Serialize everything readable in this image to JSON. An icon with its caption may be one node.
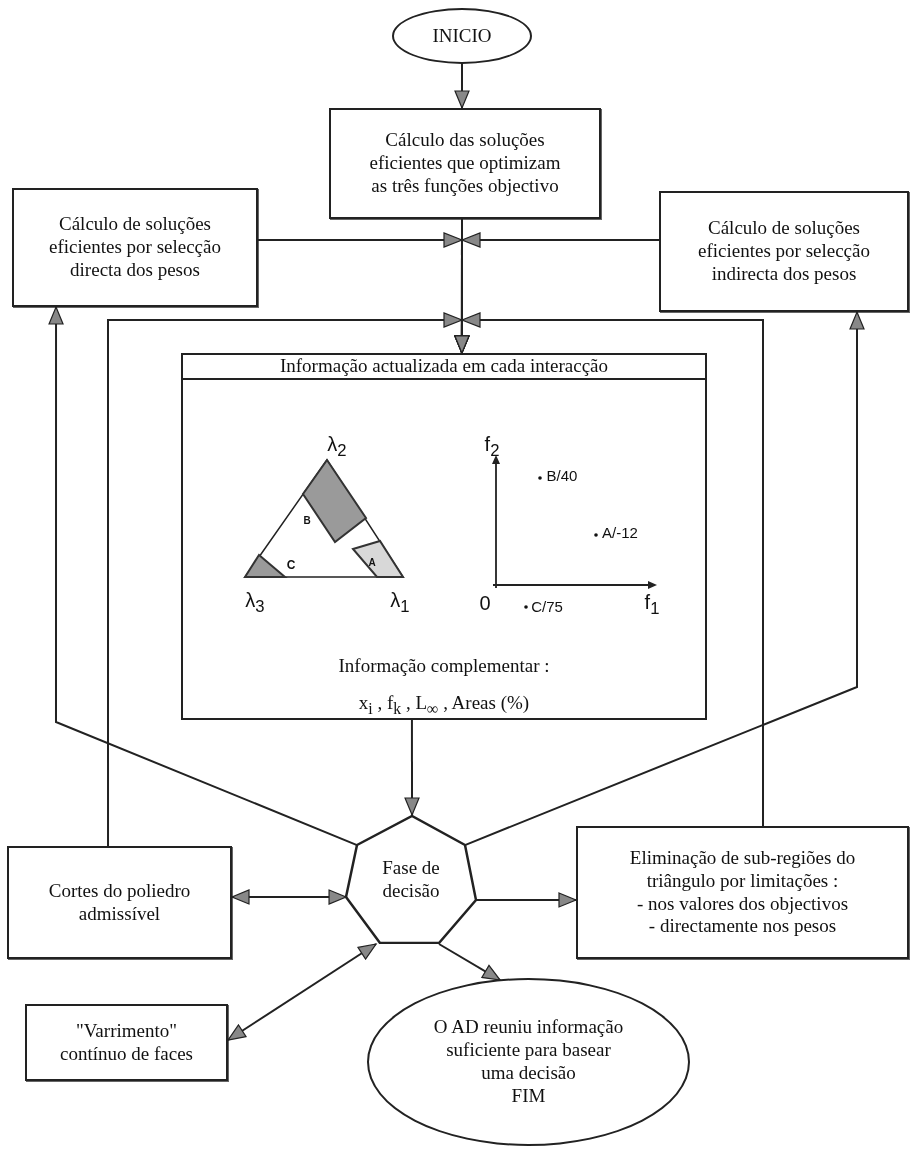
{
  "diagram": {
    "nodes": [
      {
        "text": [
          "INICIO"
        ]
      },
      {
        "text": [
          "Cálculo das soluções eficientes que optimizam as três funções objectivo"
        ]
      },
      {
        "text": [
          "Cálculo de soluções eficientes por selecção directa dos pesos"
        ]
      },
      {
        "text": [
          "Cálculo de soluções eficientes por selecção indirecta dos pesos"
        ]
      },
      {
        "text": [
          "Informação actualizada em cada interacção",
          "Informação complementar :",
          "x$_{i}$ , f$_{k}$ , L$_{∞}$ , Areas (%)"
        ]
      },
      {
        "text": [
          "Fase de decisão"
        ]
      },
      {
        "text": [
          "Cortes do poliedro admissível"
        ]
      },
      {
        "text": [
          "Eliminação de sub-regiões do triângulo por limitações :",
          "- nos valores dos objectivos",
          "- directamente nos pesos"
        ]
      },
      {
        "text": [
          "\"Varrimento\" contínuo de faces"
        ]
      },
      {
        "text": [
          "O AD reuniu informação suficiente para basear uma decisão",
          "FIM"
        ]
      }
    ],
    "edges": [
      {
        "from": 0,
        "to": 1,
        "arrow": "to"
      },
      {
        "from": 1,
        "to": 4,
        "arrow": "to"
      },
      {
        "from": 2,
        "to": 4,
        "arrow": "to"
      },
      {
        "from": 3,
        "to": 4,
        "arrow": "to"
      },
      {
        "from": 6,
        "to": 4,
        "arrow": "to"
      },
      {
        "from": 7,
        "to": 4,
        "arrow": "to"
      },
      {
        "from": 4,
        "to": 5,
        "arrow": "to"
      },
      {
        "from": 5,
        "to": 2,
        "arrow": "to"
      },
      {
        "from": 5,
        "to": 3,
        "arrow": "to"
      },
      {
        "from": 6,
        "to": 5,
        "arrow": "both"
      },
      {
        "from": 5,
        "to": 7,
        "arrow": "to"
      },
      {
        "from": 8,
        "to": 5,
        "arrow": "both"
      },
      {
        "from": 5,
        "to": 9,
        "arrow": "to"
      }
    ],
    "labels": [
      "λ$_{2}$",
      "f$_{2}$",
      "B/40",
      "B",
      "A/-12",
      "C",
      "A",
      "λ$_{3}$",
      "λ$_{1}$",
      "0",
      "C/75",
      "f$_{1}$"
    ]
  }
}
